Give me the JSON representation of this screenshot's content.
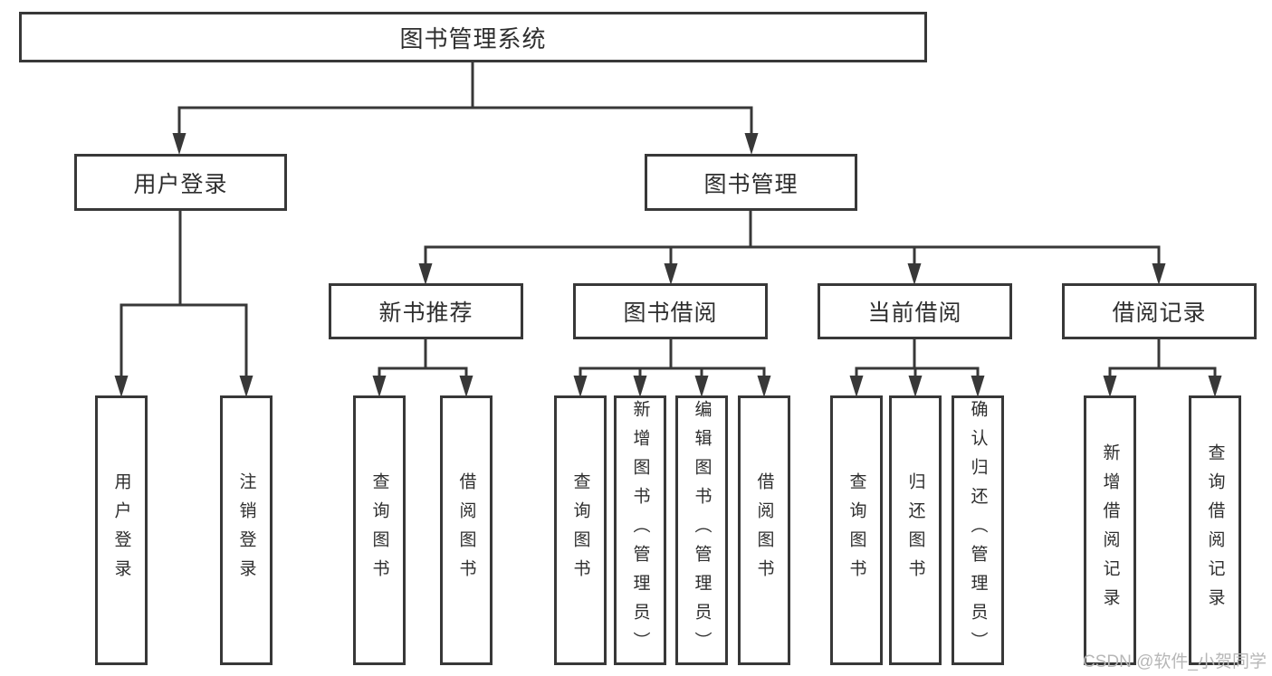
{
  "diagram": {
    "root": {
      "label": "图书管理系统"
    },
    "level2": [
      {
        "label": "用户登录",
        "children": [
          {
            "label": "用户登录"
          },
          {
            "label": "注销登录"
          }
        ]
      },
      {
        "label": "图书管理",
        "children": [
          {
            "label": "新书推荐",
            "children": [
              {
                "label": "查询图书"
              },
              {
                "label": "借阅图书"
              }
            ]
          },
          {
            "label": "图书借阅",
            "children": [
              {
                "label": "查询图书"
              },
              {
                "label": "新增图书（管理员）"
              },
              {
                "label": "编辑图书（管理员）"
              },
              {
                "label": "借阅图书"
              }
            ]
          },
          {
            "label": "当前借阅",
            "children": [
              {
                "label": "查询图书"
              },
              {
                "label": "归还图书"
              },
              {
                "label": "确认归还（管理员）"
              }
            ]
          },
          {
            "label": "借阅记录",
            "children": [
              {
                "label": "新增借阅记录"
              },
              {
                "label": "查询借阅记录"
              }
            ]
          }
        ]
      }
    ]
  },
  "watermark": {
    "text": "CSDN @软件_小贺同学"
  },
  "colors": {
    "line": "#383838",
    "text": "#2e2e2e",
    "box_fill": "#ffffff",
    "background": "#ffffff",
    "watermark": "#b7b7b7"
  }
}
